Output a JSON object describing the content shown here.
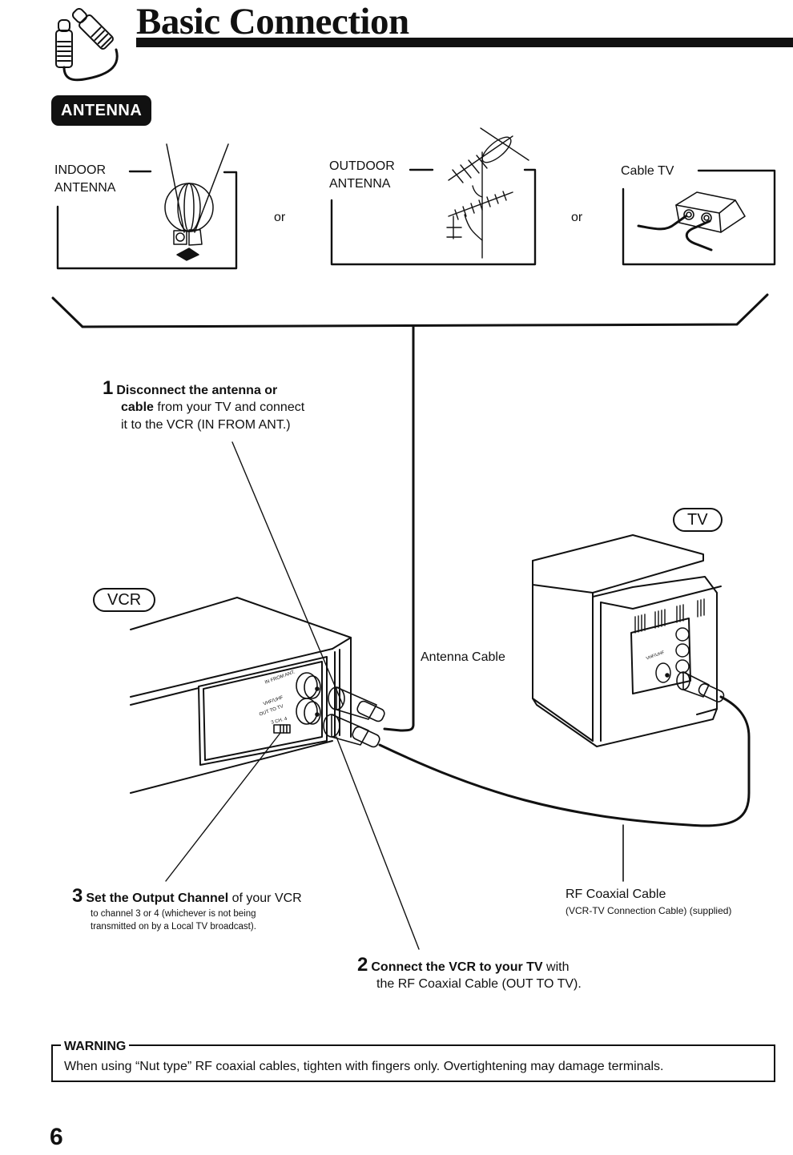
{
  "header": {
    "title": "Basic Connection",
    "icon": "coaxial-cable-icon"
  },
  "section": {
    "badge": "ANTENNA"
  },
  "sources": [
    {
      "label_line1": "INDOOR",
      "label_line2": "ANTENNA",
      "icon": "indoor-antenna-icon"
    },
    {
      "label_line1": "OUTDOOR",
      "label_line2": "ANTENNA",
      "icon": "outdoor-antenna-icon"
    },
    {
      "label_line1": "Cable TV",
      "label_line2": "",
      "icon": "cable-tv-box-icon"
    }
  ],
  "separators": [
    "or",
    "or"
  ],
  "devices": {
    "vcr": "VCR",
    "tv": "TV",
    "vcr_panel": {
      "in_label": "IN FROM ANT.",
      "band_label": "VHF/UHF",
      "out_label": "OUT TO TV",
      "channel_switch": "3 CH. 4"
    },
    "tv_panel": {
      "band_label": "VHF/UHF"
    }
  },
  "cables": {
    "antenna_cable": "Antenna Cable",
    "rf_cable": "RF Coaxial Cable",
    "rf_cable_note": "(VCR-TV Connection Cable) (supplied)"
  },
  "steps": [
    {
      "number": "1",
      "bold": "Disconnect the antenna or cable",
      "rest_line1": " from your TV and connect",
      "rest_line2": "it to the VCR (IN FROM ANT.)"
    },
    {
      "number": "2",
      "bold": "Connect the VCR to your TV",
      "rest_line1": " with",
      "rest_line2": "the RF Coaxial Cable (OUT TO TV)."
    },
    {
      "number": "3",
      "bold": "Set the Output Channel",
      "rest_line1": " of your VCR",
      "note_line1": "to channel 3 or 4 (whichever is not being",
      "note_line2": "transmitted on by a Local TV broadcast)."
    }
  ],
  "warning": {
    "heading": "WARNING",
    "text": "When using “Nut type” RF coaxial cables, tighten with fingers only. Overtightening may damage terminals."
  },
  "footer": {
    "page_number": "6"
  }
}
